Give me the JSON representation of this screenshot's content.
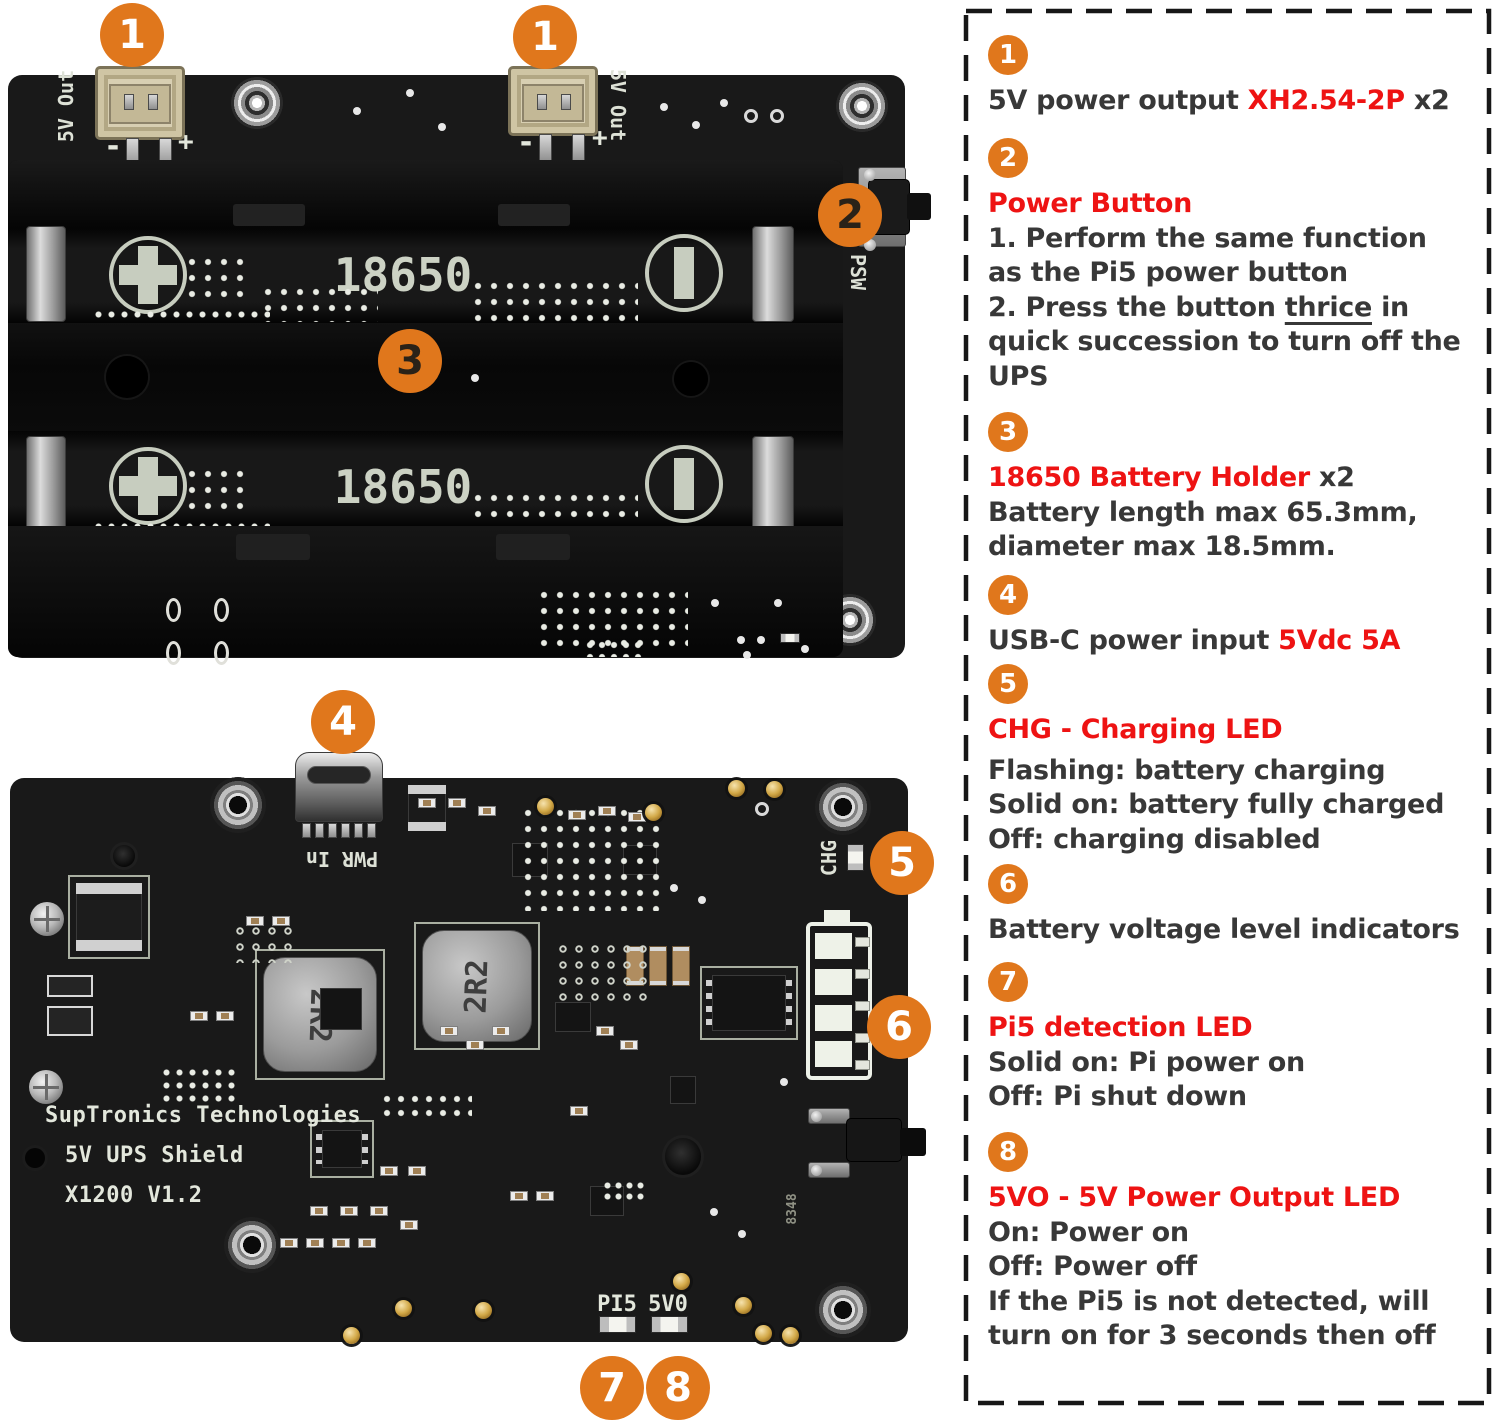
{
  "colors": {
    "orange": "#e0771c",
    "red": "#ee1313",
    "ink": "#383838",
    "board_black": "#191919",
    "silkscreen": "#dde1d6"
  },
  "top_board": {
    "out1_label": "5V Out",
    "out2_label": "5V Out",
    "minus1": "-",
    "plus1": "+",
    "minus2": "-",
    "plus2": "+",
    "battery1": "18650",
    "battery2": "18650",
    "psw_label": "PSW"
  },
  "bottom_board": {
    "pwr_in": "PWR In",
    "chg": "CHG",
    "pi5": "PI5",
    "v5o": "5V0",
    "ind1": "2R2",
    "ind2": "2R2",
    "brand": "SupTronics Technologies",
    "product": "5V UPS Shield",
    "version": "X1200 V1.2",
    "serial": "8348"
  },
  "callouts": {
    "c1a": "1",
    "c1b": "1",
    "c2": "2",
    "c3": "3",
    "c4": "4",
    "c5": "5",
    "c6": "6",
    "c7": "7",
    "c8": "8"
  },
  "panel": {
    "i1": {
      "n": "1",
      "pre": "5V power output ",
      "red": "XH2.54-2P",
      "post": " x2"
    },
    "i2": {
      "n": "2",
      "heading": "Power Button",
      "l1": "1. Perform the same function",
      "l2": "as the Pi5 power button",
      "l3a": "2. Press the button ",
      "l3u": "thrice",
      "l3b": " in",
      "l4": "quick succession to turn off the",
      "l5": "UPS"
    },
    "i3": {
      "n": "3",
      "red": "18650 Battery Holder",
      "post": " x2",
      "l1": "Battery length max 65.3mm,",
      "l2": "diameter max 18.5mm."
    },
    "i4": {
      "n": "4",
      "pre": "USB-C power input ",
      "red": "5Vdc 5A"
    },
    "i5": {
      "n": "5",
      "heading": "CHG - Charging LED",
      "l1": "Flashing: battery charging",
      "l2": "Solid on: battery fully charged",
      "l3": "Off: charging disabled"
    },
    "i6": {
      "n": "6",
      "l1": "Battery voltage level indicators"
    },
    "i7": {
      "n": "7",
      "heading": "Pi5 detection LED",
      "l1": "Solid on: Pi power on",
      "l2": "Off: Pi shut down"
    },
    "i8": {
      "n": "8",
      "heading": "5VO - 5V Power Output LED",
      "l1": "On: Power on",
      "l2": "Off: Power off",
      "l3": "If the Pi5 is not detected, will",
      "l4": "turn on for 3 seconds then off"
    }
  }
}
